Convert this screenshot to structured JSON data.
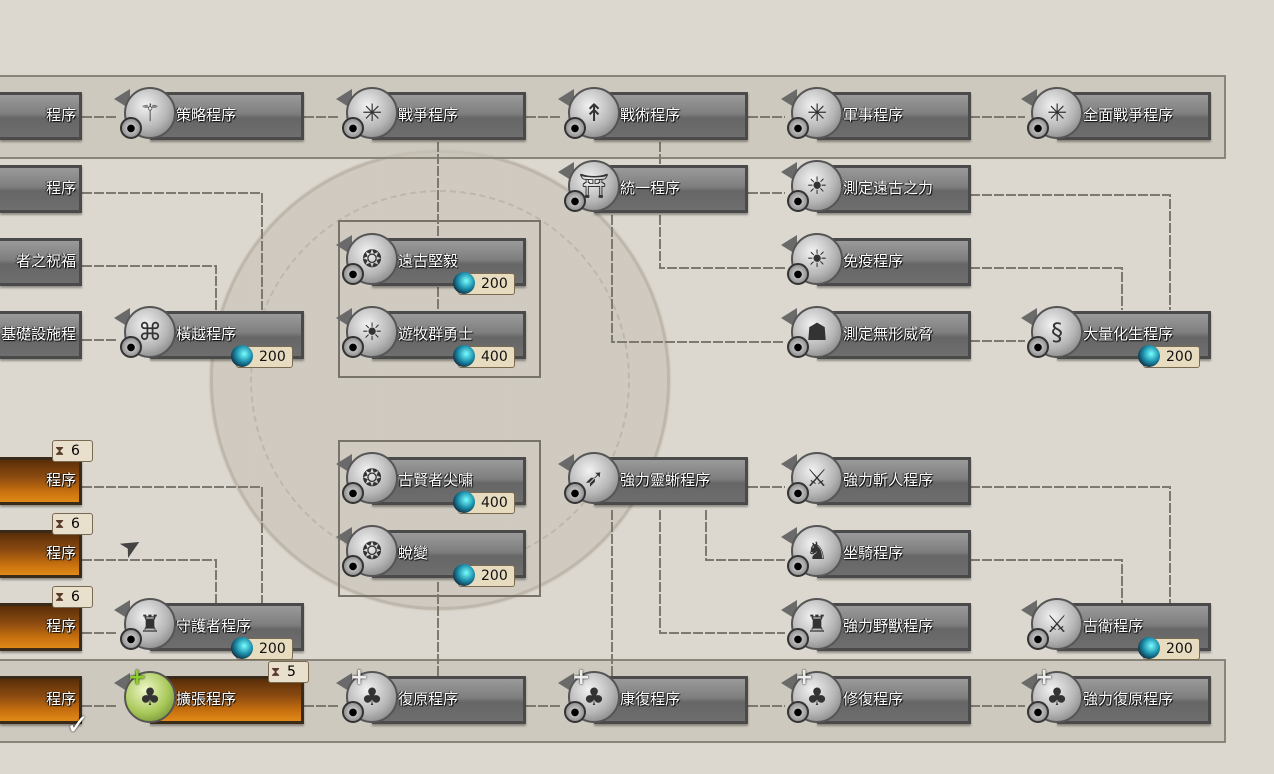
{
  "left_edge_nodes": [
    {
      "label": "程序",
      "state": "locked"
    },
    {
      "label": "程序",
      "state": "locked"
    },
    {
      "label": "者之祝福",
      "state": "locked"
    },
    {
      "label": "基礎設施程",
      "state": "locked"
    },
    {
      "label": "程序",
      "state": "researching",
      "turns": "6"
    },
    {
      "label": "程序",
      "state": "researching",
      "turns": "6"
    },
    {
      "label": "程序",
      "state": "researching",
      "turns": "6"
    },
    {
      "label": "程序",
      "state": "researched"
    }
  ],
  "nodes": [
    {
      "label": "策略程序",
      "state": "locked",
      "icon": "trident-icon"
    },
    {
      "label": "戰爭程序",
      "state": "locked",
      "icon": "star-icon"
    },
    {
      "label": "戰術程序",
      "state": "locked",
      "icon": "spear-icon"
    },
    {
      "label": "軍事程序",
      "state": "locked",
      "icon": "star-icon"
    },
    {
      "label": "全面戰爭程序",
      "state": "locked",
      "icon": "star-icon"
    },
    {
      "label": "統一程序",
      "state": "locked",
      "icon": "temple-icon"
    },
    {
      "label": "測定遠古之力",
      "state": "locked",
      "icon": "sun-icon"
    },
    {
      "label": "遠古堅毅",
      "state": "locked",
      "cost": "200",
      "icon": "rune-icon"
    },
    {
      "label": "免疫程序",
      "state": "locked",
      "icon": "sun-icon"
    },
    {
      "label": "橫越程序",
      "state": "locked",
      "cost": "200",
      "icon": "glyph-icon"
    },
    {
      "label": "遊牧群勇士",
      "state": "locked",
      "cost": "400",
      "icon": "sun-icon"
    },
    {
      "label": "測定無形威脅",
      "state": "locked",
      "icon": "hood-icon"
    },
    {
      "label": "大量化生程序",
      "state": "locked",
      "cost": "200",
      "icon": "serpent-icon"
    },
    {
      "label": "古賢者尖嘯",
      "state": "locked",
      "cost": "400",
      "icon": "rune-icon"
    },
    {
      "label": "強力靈蜥程序",
      "state": "locked",
      "icon": "crossbow-icon"
    },
    {
      "label": "強力斬人程序",
      "state": "locked",
      "icon": "warrior-icon"
    },
    {
      "label": "蛻變",
      "state": "locked",
      "cost": "200",
      "icon": "rune-icon"
    },
    {
      "label": "坐騎程序",
      "state": "locked",
      "icon": "mount-icon"
    },
    {
      "label": "守護者程序",
      "state": "locked",
      "cost": "200",
      "icon": "beast-icon"
    },
    {
      "label": "強力野獸程序",
      "state": "locked",
      "icon": "beast-icon"
    },
    {
      "label": "古衛程序",
      "state": "locked",
      "cost": "200",
      "icon": "warrior-icon"
    },
    {
      "label": "擴張程序",
      "state": "researching",
      "turns": "5",
      "icon": "dinosaur-icon",
      "plus": "green"
    },
    {
      "label": "復原程序",
      "state": "locked",
      "icon": "dinosaur-icon",
      "plus": "white"
    },
    {
      "label": "康復程序",
      "state": "locked",
      "icon": "dinosaur-icon",
      "plus": "white"
    },
    {
      "label": "修復程序",
      "state": "locked",
      "icon": "dinosaur-icon",
      "plus": "white"
    },
    {
      "label": "強力復原程序",
      "state": "locked",
      "icon": "dinosaur-icon",
      "plus": "white"
    }
  ]
}
